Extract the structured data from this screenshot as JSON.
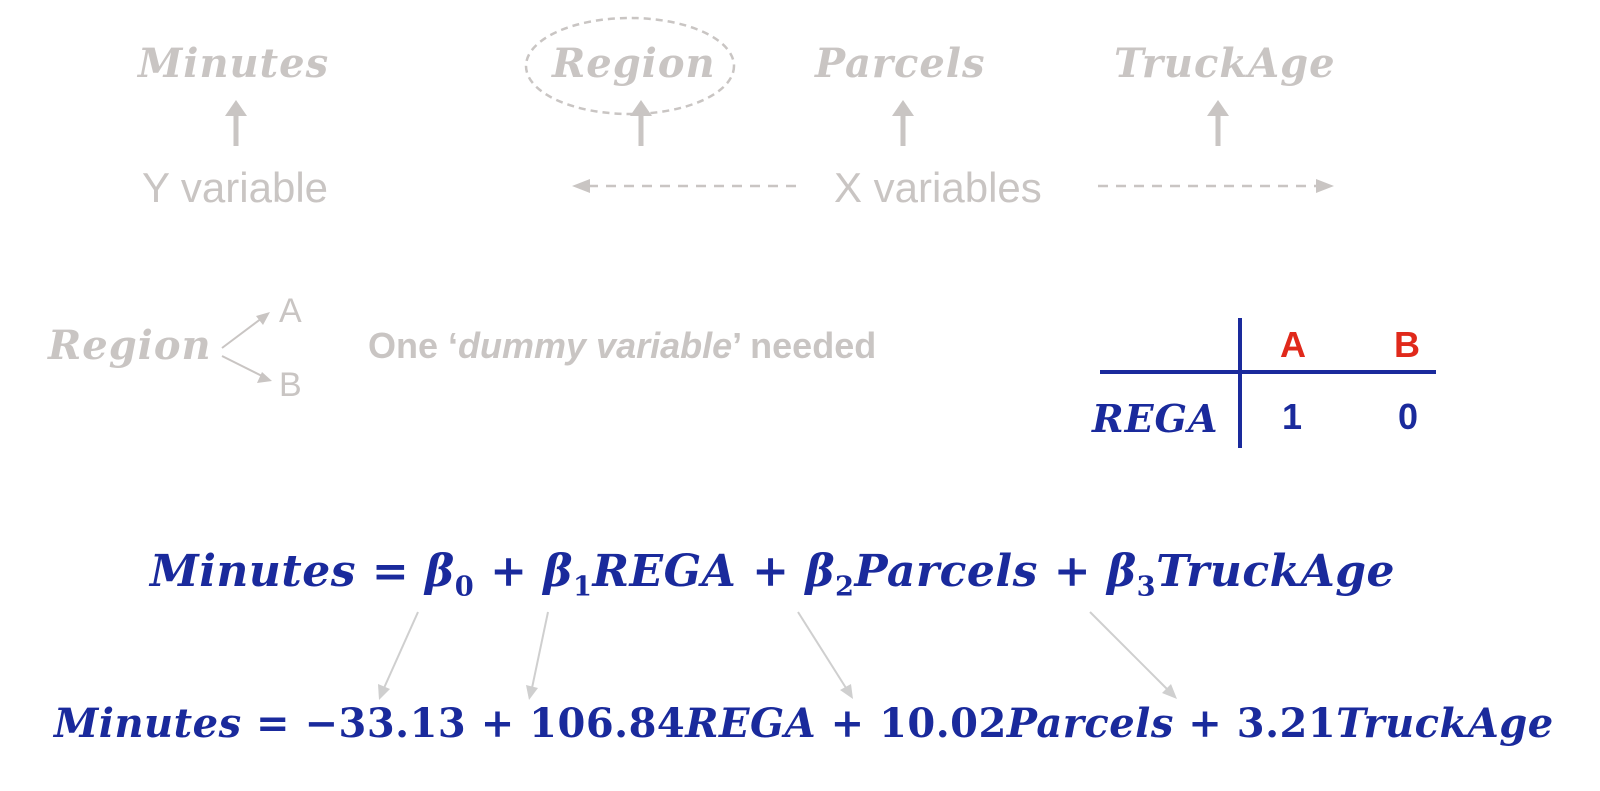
{
  "variables": {
    "minutes": "Minutes",
    "region": "Region",
    "parcels": "Parcels",
    "truck_age": "TruckAge",
    "y_label": "Y variable",
    "x_label": "X variables"
  },
  "dummy": {
    "region": "Region",
    "branch_a": "A",
    "branch_b": "B",
    "note_prefix": "One ‘",
    "note_italic": "dummy variable",
    "note_suffix": "’ needed"
  },
  "table": {
    "col_a": "A",
    "col_b": "B",
    "row_label": "REGA",
    "val_a": "1",
    "val_b": "0"
  },
  "equation": {
    "lhs": "Minutes",
    "eq": "=",
    "b0": "β",
    "b0_sub": "0",
    "plus1": "+",
    "b1": "β",
    "b1_sub": "1",
    "term1": "REGA",
    "plus2": "+",
    "b2": "β",
    "b2_sub": "2",
    "term2": "Parcels",
    "plus3": "+",
    "b3": "β",
    "b3_sub": "3",
    "term3": "TruckAge"
  },
  "fitted": {
    "lhs": "Minutes",
    "eq": "=",
    "c0": "−33.13",
    "plus1": "+",
    "c1": "106.84",
    "term1": "REGA",
    "plus2": "+",
    "c2": "10.02",
    "term2": "Parcels",
    "plus3": "+",
    "c3": "3.21",
    "term3": "TruckAge"
  },
  "colors": {
    "gray": "#c9c5c3",
    "blue": "#1a2a9c",
    "red": "#e0291b",
    "arrow_gray": "#cfcfcf"
  }
}
